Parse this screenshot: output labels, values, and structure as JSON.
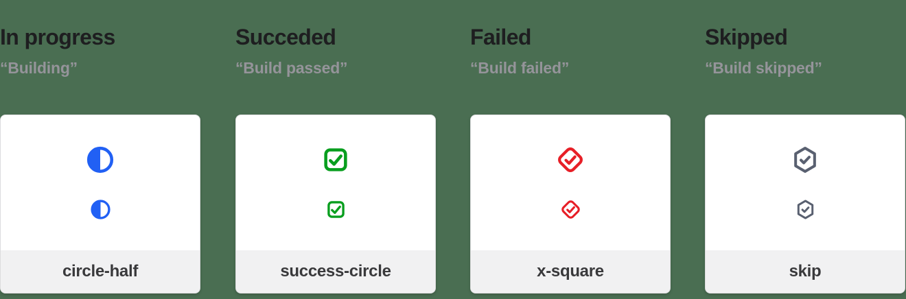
{
  "page": {
    "background_color": "#4a6e52",
    "card_footer_color": "#f1f1f2"
  },
  "columns": [
    {
      "title": "In progress",
      "subtitle": "“Building”",
      "icon": "circle-half",
      "icon_name": "circle-half",
      "color": "#2160f4"
    },
    {
      "title": "Succeded",
      "subtitle": "“Build passed”",
      "icon": "check-square",
      "icon_name": "success-circle",
      "color": "#089e1e"
    },
    {
      "title": "Failed",
      "subtitle": "“Build failed”",
      "icon": "diamond-check",
      "icon_name": "x-square",
      "color": "#e71f27"
    },
    {
      "title": "Skipped",
      "subtitle": "“Build skipped”",
      "icon": "hexagon-check",
      "icon_name": "skip",
      "color": "#596070"
    }
  ]
}
